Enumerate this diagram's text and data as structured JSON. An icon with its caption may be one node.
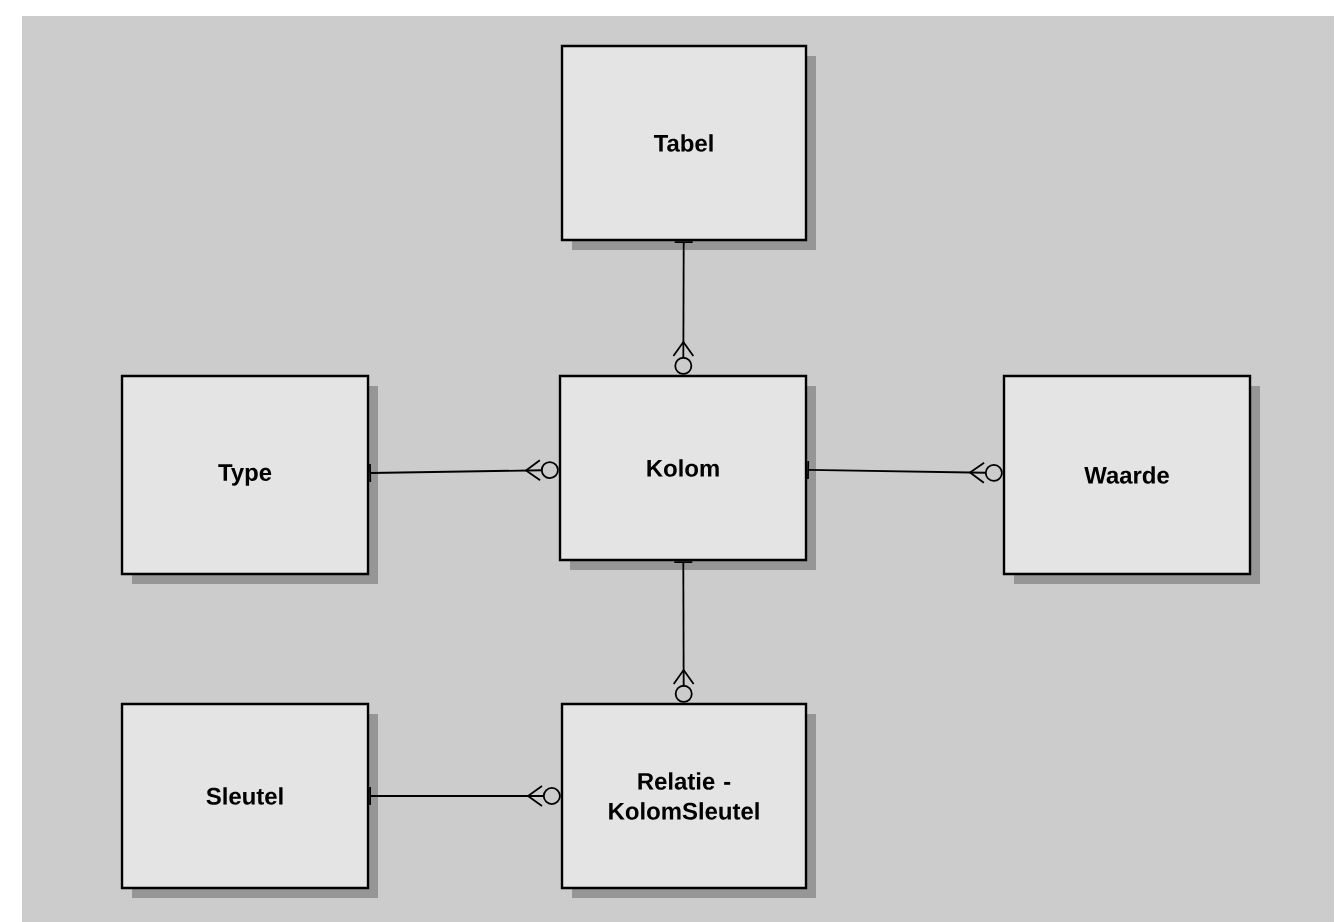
{
  "diagram": {
    "nodes": [
      {
        "text": [
          "Tabel"
        ]
      },
      {
        "text": [
          "Type"
        ]
      },
      {
        "text": [
          "Kolom"
        ]
      },
      {
        "text": [
          "Waarde"
        ]
      },
      {
        "text": [
          "Sleutel"
        ]
      },
      {
        "text": [
          "Relatie - KolomSleutel"
        ]
      }
    ],
    "edges": [
      {
        "from": 0,
        "to": 2,
        "arrow": "other"
      },
      {
        "from": 1,
        "to": 2,
        "arrow": "other"
      },
      {
        "from": 2,
        "to": 3,
        "arrow": "other"
      },
      {
        "from": 2,
        "to": 5,
        "arrow": "other"
      },
      {
        "from": 4,
        "to": 5,
        "arrow": "other"
      }
    ]
  }
}
